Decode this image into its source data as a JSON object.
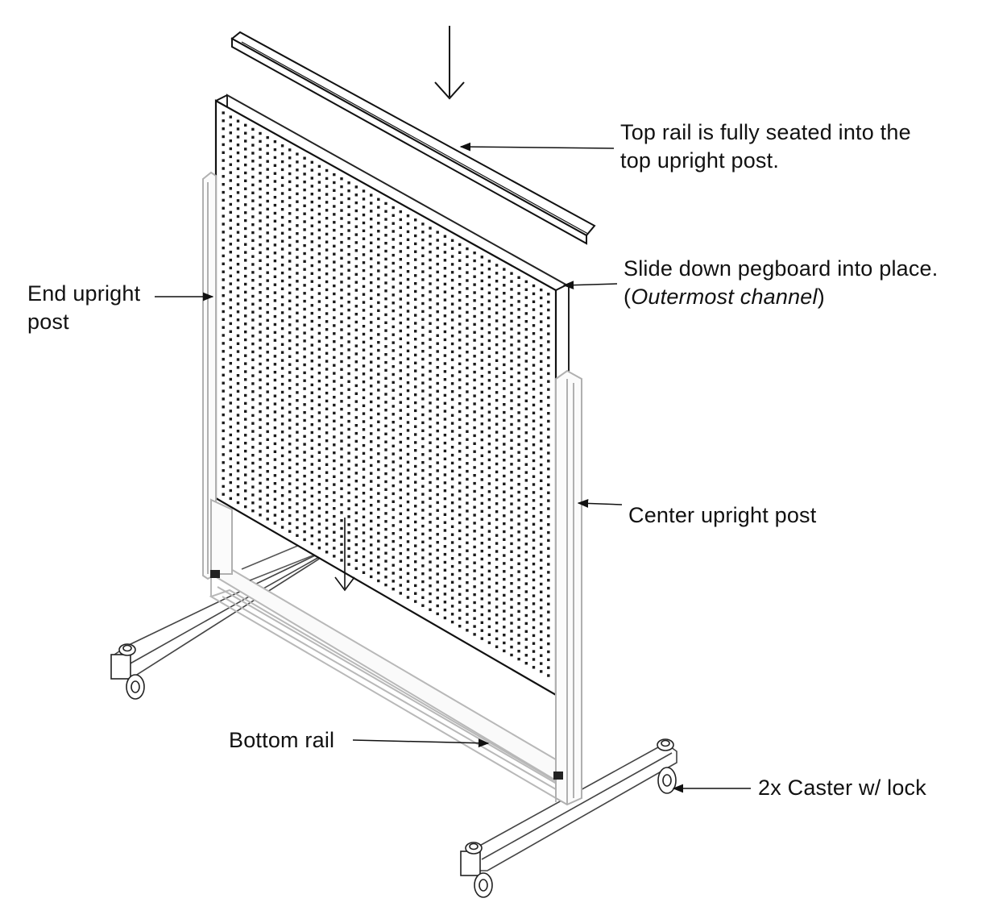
{
  "callouts": {
    "top_rail": {
      "line1": "Top rail is fully seated into the",
      "line2": "top upright post."
    },
    "pegboard": {
      "line1": "Slide down pegboard into place.",
      "line2_open": "(",
      "line2_italic": "Outermost channel",
      "line2_close": ")"
    },
    "end_post": {
      "line1": "End upright",
      "line2": "post"
    },
    "center_post": {
      "line1": "Center upright post"
    },
    "bottom_rail": {
      "line1": "Bottom rail"
    },
    "caster": {
      "line1": "2x Caster w/ lock"
    }
  },
  "colors": {
    "ink": "#111111",
    "frame_light": "#bdbdbd",
    "background": "#ffffff"
  },
  "icons": [
    "down-arrow-icon",
    "leader-arrow-icon"
  ]
}
